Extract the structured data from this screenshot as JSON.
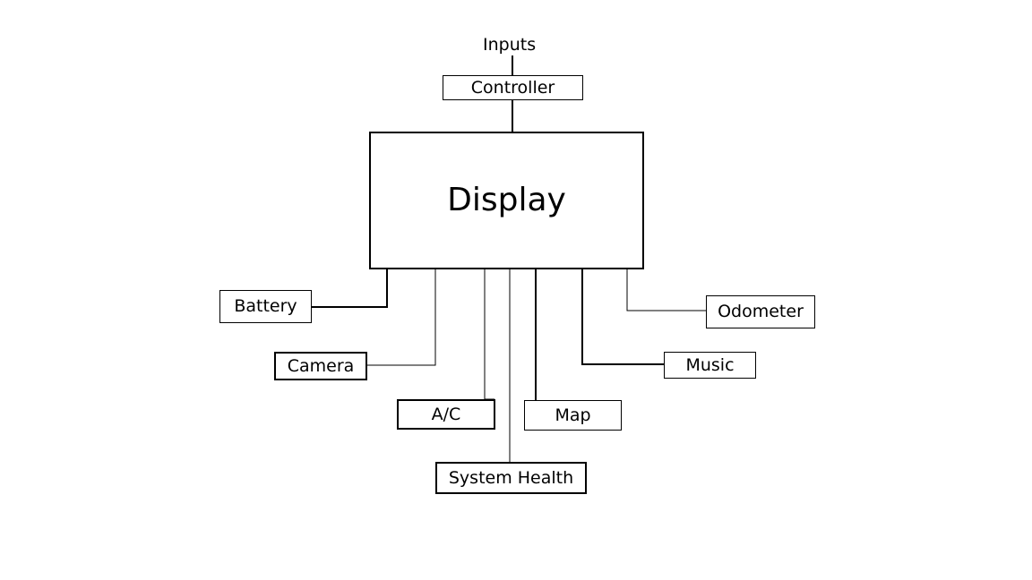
{
  "diagram": {
    "inputs_label": "Inputs",
    "controller_label": "Controller",
    "display_label": "Display",
    "components": {
      "battery": "Battery",
      "camera": "Camera",
      "ac": "A/C",
      "system_health": "System Health",
      "map": "Map",
      "music": "Music",
      "odometer": "Odometer"
    }
  },
  "colors": {
    "line": "#000000",
    "background": "#ffffff"
  }
}
